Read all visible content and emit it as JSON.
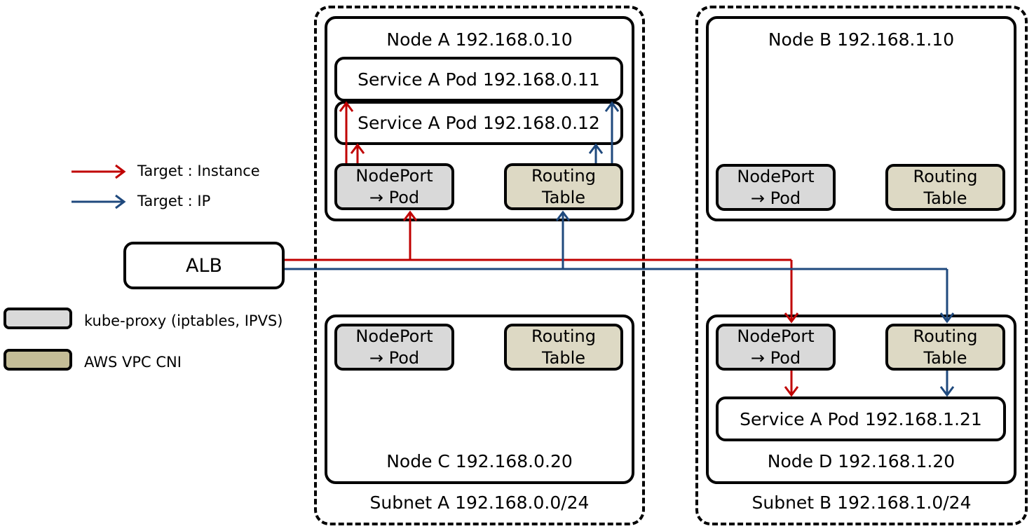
{
  "colors": {
    "instance": "#c00000",
    "ip": "#1f497d",
    "kube_proxy": "#d9d9d9",
    "vpc_cni": "#ddd9c4"
  },
  "legend": {
    "instance": "Target : Instance",
    "ip": "Target : IP",
    "kube_proxy": "kube-proxy (iptables, IPVS)",
    "vpc_cni": "AWS VPC CNI"
  },
  "alb": "ALB",
  "subnet_a": {
    "label": "Subnet A 192.168.0.0/24",
    "node_a": {
      "label": "Node A 192.168.0.10",
      "pod1": "Service A Pod 192.168.0.11",
      "pod2": "Service A Pod 192.168.0.12",
      "nodeport_line1": "NodePort",
      "nodeport_line2": "→ Pod",
      "routing_line1": "Routing",
      "routing_line2": "Table"
    },
    "node_c": {
      "label": "Node C 192.168.0.20",
      "nodeport_line1": "NodePort",
      "nodeport_line2": "→ Pod",
      "routing_line1": "Routing",
      "routing_line2": "Table"
    }
  },
  "subnet_b": {
    "label": "Subnet B 192.168.1.0/24",
    "node_b": {
      "label": "Node B 192.168.1.10",
      "nodeport_line1": "NodePort",
      "nodeport_line2": "→ Pod",
      "routing_line1": "Routing",
      "routing_line2": "Table"
    },
    "node_d": {
      "label": "Node D 192.168.1.20",
      "pod1": "Service A Pod 192.168.1.21",
      "nodeport_line1": "NodePort",
      "nodeport_line2": "→ Pod",
      "routing_line1": "Routing",
      "routing_line2": "Table"
    }
  }
}
